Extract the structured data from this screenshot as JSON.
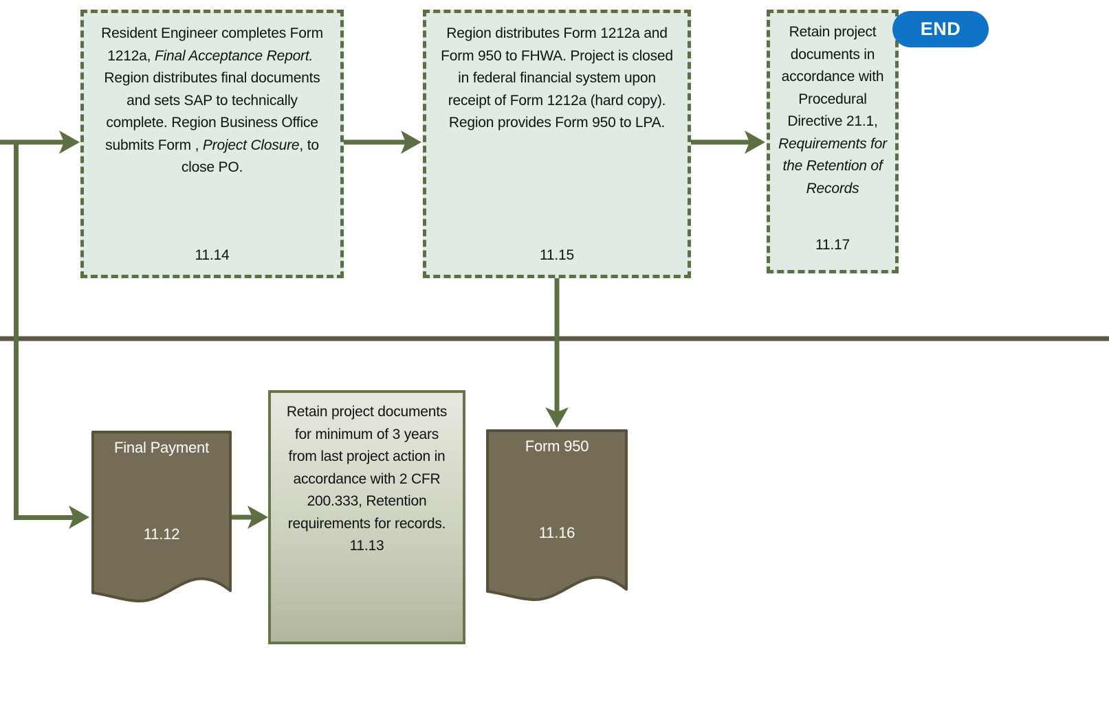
{
  "colors": {
    "arrow_green": "#5d7044",
    "process_box_fill": "#dfebe3",
    "process_box_border": "#5d7044",
    "divider_brown": "#5b5942",
    "document_fill": "#746c55",
    "document_border": "#57503a",
    "note_border": "#68754a",
    "note_gradient_top": "#e7e9df",
    "note_gradient_bottom": "#b1b79d",
    "end_badge_blue": "#0f74c8",
    "text_black": "#111111",
    "text_white": "#ffffff"
  },
  "end_badge": {
    "label": "END"
  },
  "boxes": {
    "b1114": {
      "label": "11.14",
      "segments": [
        {
          "text": "Resident Engineer completes Form 1212a, ",
          "italic": false
        },
        {
          "text": "Final Acceptance Report.",
          "italic": true
        },
        {
          "text": "  Region distributes final documents and sets SAP to technically complete. Region Business Office submits Form , ",
          "italic": false
        },
        {
          "text": "Project Closure",
          "italic": true
        },
        {
          "text": ", to close PO.",
          "italic": false
        }
      ]
    },
    "b1115": {
      "label": "11.15",
      "segments": [
        {
          "text": "Region distributes Form 1212a and Form 950 to FHWA. Project is closed in federal financial system upon receipt of Form 1212a (hard copy). Region provides Form 950 to LPA.",
          "italic": false
        }
      ]
    },
    "b1117": {
      "label": "11.17",
      "segments": [
        {
          "text": "Retain project documents in accordance with Procedural Directive 21.1, ",
          "italic": false
        },
        {
          "text": "Requirements for the Retention of Records",
          "italic": true
        }
      ]
    }
  },
  "documents": {
    "final_payment": {
      "title": "Final Payment",
      "label": "11.12"
    },
    "form950": {
      "title": "Form 950",
      "label": "11.16"
    }
  },
  "note": {
    "text": "Retain project documents for minimum of 3 years from last project action in accordance with 2 CFR 200.333, Retention requirements for records.",
    "label": "11.13"
  }
}
